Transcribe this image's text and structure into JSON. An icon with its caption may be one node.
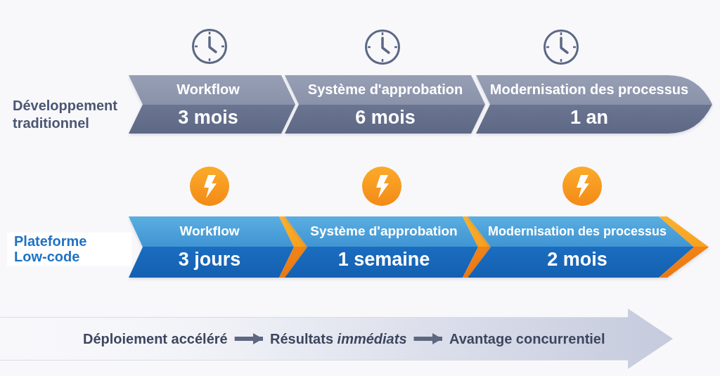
{
  "diagram": {
    "nodes": [
      {
        "text": [
          "Workflow",
          "3 mois"
        ]
      },
      {
        "text": [
          "Système d'approbation",
          "6 mois"
        ]
      },
      {
        "text": [
          "Modernisation des processus",
          "1 an"
        ]
      },
      {
        "text": [
          "Workflow",
          "3 jours"
        ]
      },
      {
        "text": [
          "Système d'approbation",
          "1 semaine"
        ]
      },
      {
        "text": [
          "Modernisation des processus",
          "2 mois"
        ]
      },
      {
        "text": [],
        "shape": "arrow"
      },
      {
        "text": [
          "Déploiement accéléré"
        ],
        "in": 6
      },
      {
        "text": [
          "Résultats *immédiats*"
        ],
        "in": 6
      },
      {
        "text": [
          "Avantage concurrentiel"
        ],
        "in": 6
      }
    ],
    "edges": [
      {
        "from": 7,
        "to": 8,
        "arrow": "to"
      },
      {
        "from": 8,
        "to": 9,
        "arrow": "to"
      }
    ],
    "labels": [
      "Développement traditionnel",
      "Plateforme Low-code"
    ]
  }
}
